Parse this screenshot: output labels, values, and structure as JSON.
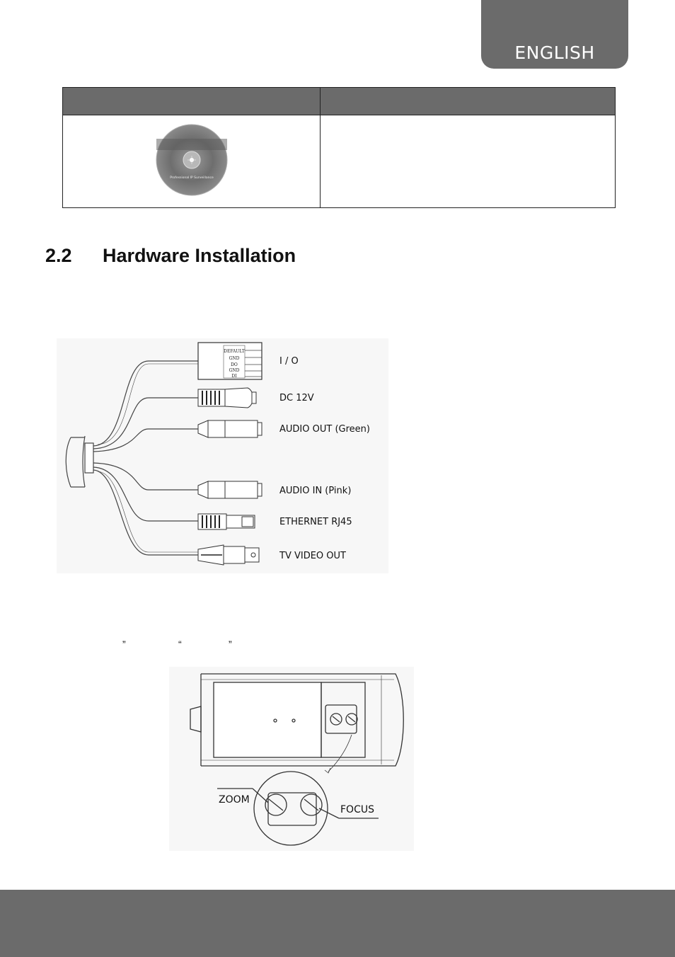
{
  "language_tab": "ENGLISH",
  "section": {
    "number": "2.2",
    "title": "Hardware Installation"
  },
  "cd_label": "Professional IP Surveillance",
  "connectors": {
    "io": "I / O",
    "dc": "DC 12V",
    "audio_out": "AUDIO OUT (Green)",
    "audio_in": "AUDIO IN (Pink)",
    "ethernet": "ETHERNET RJ45",
    "video_out": "TV VIDEO OUT"
  },
  "terminal_pins": [
    "DEFAULT",
    "GND",
    "DO",
    "GND",
    "DI"
  ],
  "quotes": {
    "q1": "”",
    "q2": "“",
    "q3": "”"
  },
  "lens": {
    "zoom": "ZOOM",
    "focus": "FOCUS"
  }
}
